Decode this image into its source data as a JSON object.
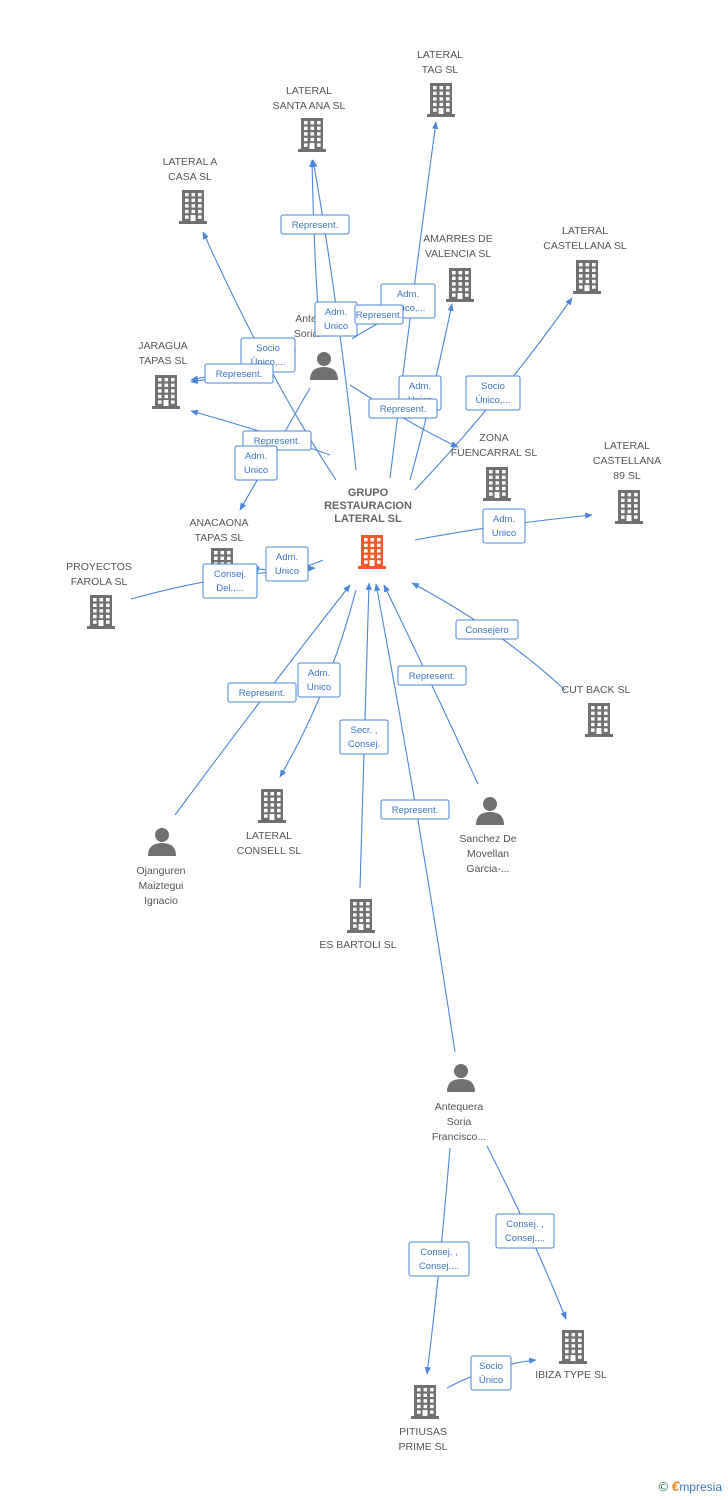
{
  "colors": {
    "edge": "#4a86d8",
    "node": "#707070",
    "main_node": "#f05a28"
  },
  "nodes": [
    {
      "id": "grupo",
      "type": "company",
      "main": true,
      "label": [
        "GRUPO",
        "RESTAURACION",
        "LATERAL SL"
      ]
    },
    {
      "id": "tag",
      "type": "company",
      "label": [
        "LATERAL",
        "TAG  SL"
      ]
    },
    {
      "id": "santaana",
      "type": "company",
      "label": [
        "LATERAL",
        "SANTA ANA SL"
      ]
    },
    {
      "id": "acasa",
      "type": "company",
      "label": [
        "LATERAL A",
        "CASA  SL"
      ]
    },
    {
      "id": "amarres",
      "type": "company",
      "label": [
        "AMARRES DE",
        "VALENCIA SL"
      ]
    },
    {
      "id": "castellana",
      "type": "company",
      "label": [
        "LATERAL",
        "CASTELLANA SL"
      ]
    },
    {
      "id": "jaragua",
      "type": "company",
      "label": [
        "JARAGUA",
        "TAPAS SL"
      ]
    },
    {
      "id": "zona",
      "type": "company",
      "label": [
        "ZONA",
        "FUENCARRAL SL"
      ]
    },
    {
      "id": "castellana89",
      "type": "company",
      "label": [
        "LATERAL",
        "CASTELLANA",
        "89 SL"
      ]
    },
    {
      "id": "anacaona",
      "type": "company",
      "label": [
        "ANACAONA",
        "TAPAS SL"
      ]
    },
    {
      "id": "farola",
      "type": "company",
      "label": [
        "PROYECTOS",
        "FAROLA SL"
      ]
    },
    {
      "id": "cutback",
      "type": "company",
      "label": [
        "CUT BACK SL"
      ]
    },
    {
      "id": "consell",
      "type": "company",
      "label": [
        "LATERAL",
        "CONSELL  SL"
      ]
    },
    {
      "id": "bartoli",
      "type": "company",
      "label": [
        "ES BARTOLI  SL"
      ]
    },
    {
      "id": "ibiza",
      "type": "company",
      "label": [
        "IBIZA TYPE SL"
      ]
    },
    {
      "id": "pitiusas",
      "type": "company",
      "label": [
        "PITIUSAS",
        "PRIME SL"
      ]
    },
    {
      "id": "antequera_top",
      "type": "person",
      "label": [
        "Ante",
        "Soria"
      ]
    },
    {
      "id": "ojanguren",
      "type": "person",
      "label": [
        "Ojanguren",
        "Maiztegui",
        "Ignacio"
      ]
    },
    {
      "id": "sanchez",
      "type": "person",
      "label": [
        "Sanchez De",
        "Movellan",
        "Garcia-..."
      ]
    },
    {
      "id": "antequera",
      "type": "person",
      "label": [
        "Antequera",
        "Soria",
        "Francisco..."
      ]
    }
  ],
  "edges": [
    {
      "label": [
        "Represent."
      ]
    },
    {
      "label": [
        "Adm.",
        "Unico"
      ]
    },
    {
      "label": [
        "Adm.",
        "Unico,..."
      ]
    },
    {
      "label": [
        "Represent."
      ]
    },
    {
      "label": [
        "Socio",
        "Único,..."
      ]
    },
    {
      "label": [
        "Represent."
      ]
    },
    {
      "label": [
        "Adm.",
        "Unico"
      ]
    },
    {
      "label": [
        "Represent."
      ]
    },
    {
      "label": [
        "Socio",
        "Único,..."
      ]
    },
    {
      "label": [
        "Represent."
      ]
    },
    {
      "label": [
        "Adm.",
        "Unico"
      ]
    },
    {
      "label": [
        "Adm.",
        "Unico"
      ]
    },
    {
      "label": [
        "Adm.",
        "Unico"
      ]
    },
    {
      "label": [
        "Adm.",
        "Unico"
      ]
    },
    {
      "label": [
        "Consej.",
        "Del.,..."
      ]
    },
    {
      "label": [
        "Consejero"
      ]
    },
    {
      "label": [
        "Represent."
      ]
    },
    {
      "label": [
        "Adm.",
        "Unico"
      ]
    },
    {
      "label": [
        "Secr. ,",
        "Consej."
      ]
    },
    {
      "label": [
        "Represent."
      ]
    },
    {
      "label": [
        "Represent."
      ]
    },
    {
      "label": [
        "Consej. ,",
        "Consej...."
      ]
    },
    {
      "label": [
        "Consej. ,",
        "Consej...."
      ]
    },
    {
      "label": [
        "Socio",
        "Único"
      ]
    }
  ],
  "footer": {
    "copyright": "©",
    "brand_initial": "€",
    "brand_rest": "mpresia"
  }
}
